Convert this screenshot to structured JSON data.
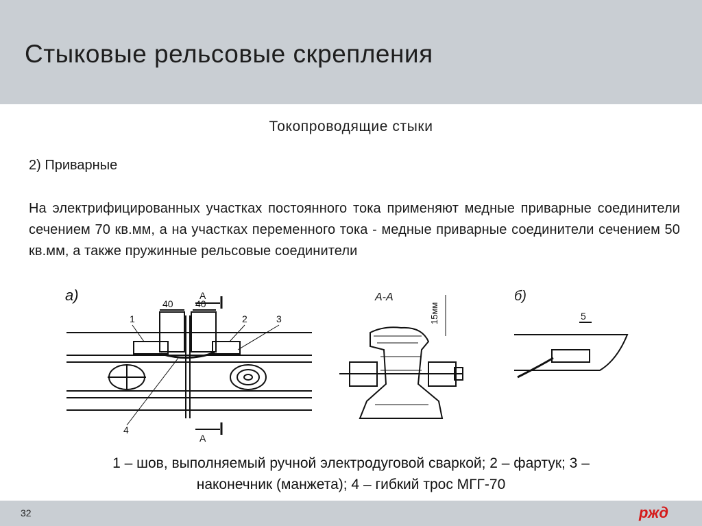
{
  "header": {
    "title": "Стыковые рельсовые скрепления"
  },
  "subtitle": "Токопроводящие стыки",
  "item": "2) Приварные",
  "paragraph": "На электрифицированных участках постоянного тока применяют медные приварные соединители сечением 70 кв.мм, а на участках переменного тока - медные приварные соединители сечением 50 кв.мм, а также пружинные рельсовые соединители",
  "figure": {
    "label_a": "а)",
    "label_b": "б)",
    "section_label": "А-А",
    "arrow_label": "А",
    "dim_40": "40",
    "dim_15": "15мм",
    "dim_5": "5",
    "callout_1": "1",
    "callout_2": "2",
    "callout_3": "3",
    "callout_4": "4"
  },
  "caption": {
    "line1": "1 – шов, выполняемый ручной электродуговой сваркой; 2 – фартук; 3 –",
    "line2": "наконечник (манжета); 4 – гибкий трос МГГ-70"
  },
  "footer": {
    "page_number": "32",
    "logo": "ржд"
  },
  "colors": {
    "header_bg": "#c9ced3",
    "logo": "#d51a1a"
  }
}
